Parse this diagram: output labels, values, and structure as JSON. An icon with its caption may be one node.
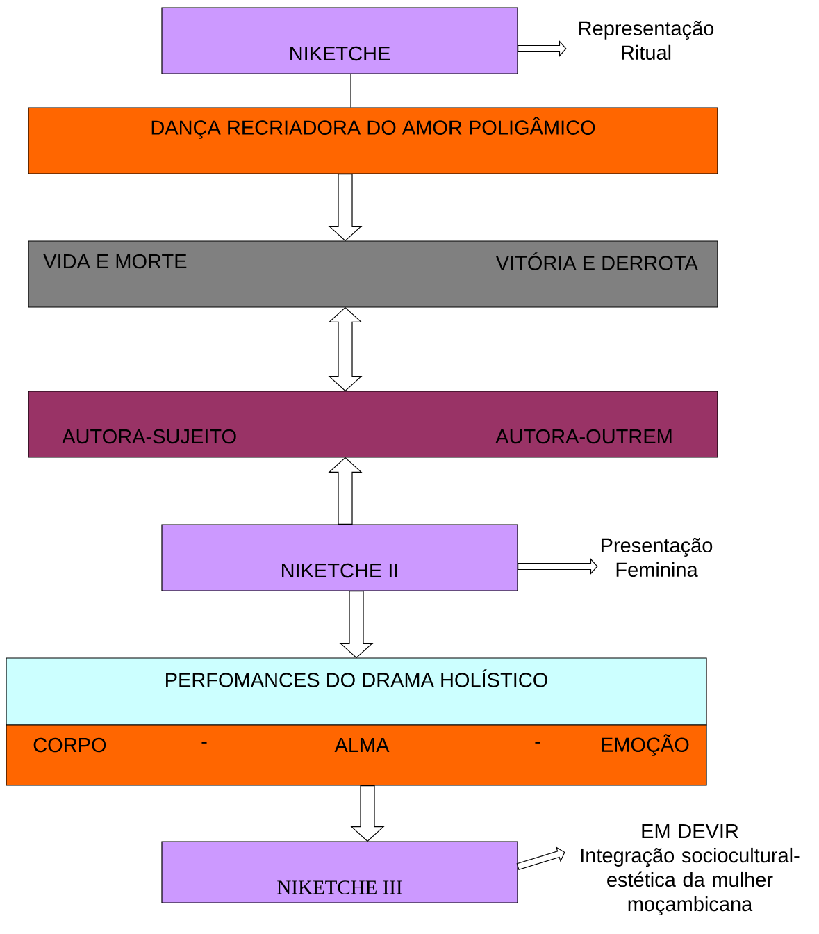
{
  "diagram": {
    "nodes": [
      {
        "text": [
          "NIKETCHE"
        ]
      },
      {
        "text": [
          "Representação Ritual"
        ]
      },
      {
        "text": [
          "DANÇA RECRIADORA DO AMOR POLIGÂMICO"
        ]
      },
      {
        "text": [
          "VIDA E MORTE",
          "VITÓRIA E DERROTA"
        ]
      },
      {
        "text": [
          "AUTORA-SUJEITO",
          "AUTORA-OUTREM"
        ]
      },
      {
        "text": [
          "NIKETCHE II"
        ]
      },
      {
        "text": [
          "Presentação Feminina"
        ]
      },
      {
        "text": [
          "PERFOMANCES DO DRAMA HOLÍSTICO"
        ]
      },
      {
        "text": [
          "CORPO",
          "-",
          "ALMA",
          "-",
          "EMOÇÃO"
        ]
      },
      {
        "text": [
          "NIKETCHE III"
        ]
      },
      {
        "text": [
          "EM DEVIR",
          "Integração sociocultural-estética da mulher moçambicana"
        ]
      }
    ],
    "edges": [
      {
        "from": 0,
        "to": 1,
        "arrow": "to"
      },
      {
        "from": 0,
        "to": 2,
        "arrow": "none"
      },
      {
        "from": 2,
        "to": 3,
        "arrow": "to"
      },
      {
        "from": 3,
        "to": 4,
        "arrow": "both"
      },
      {
        "from": 5,
        "to": 4,
        "arrow": "to"
      },
      {
        "from": 5,
        "to": 6,
        "arrow": "to"
      },
      {
        "from": 5,
        "to": 7,
        "arrow": "to"
      },
      {
        "from": 8,
        "to": 9,
        "arrow": "to"
      },
      {
        "from": 9,
        "to": 10,
        "arrow": "to"
      }
    ]
  }
}
